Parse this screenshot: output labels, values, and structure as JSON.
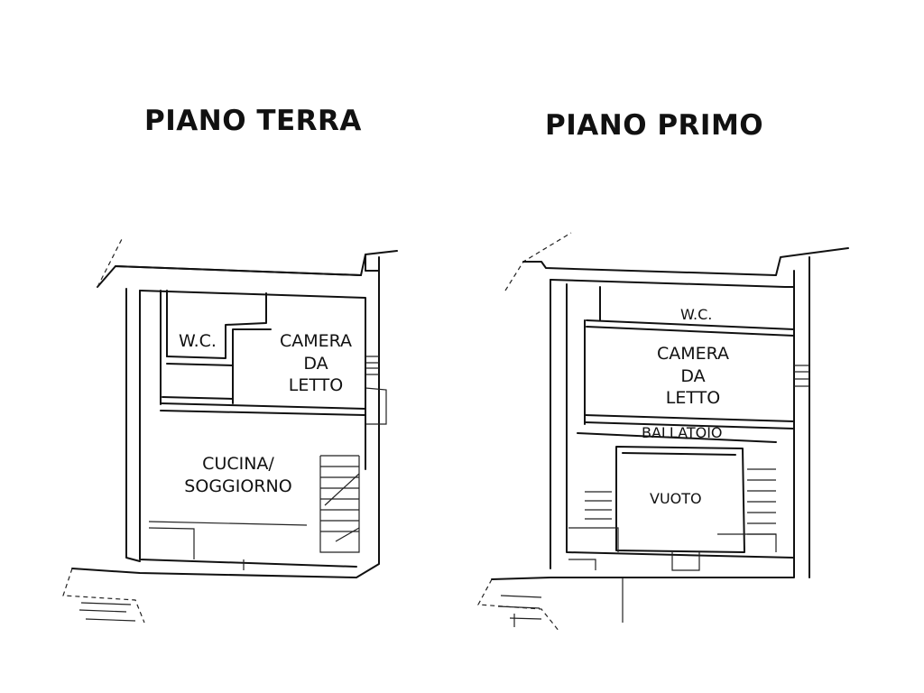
{
  "floors": {
    "ground": {
      "title": "PIANO TERRA",
      "rooms": {
        "wc": "W.C.",
        "bedroom": [
          "CAMERA",
          "DA",
          "LETTO"
        ],
        "kitchen": [
          "CUCINA/",
          "SOGGIORNO"
        ]
      }
    },
    "first": {
      "title": "PIANO PRIMO",
      "rooms": {
        "wc": "W.C.",
        "bedroom": [
          "CAMERA",
          "DA",
          "LETTO"
        ],
        "gallery": "BALLATOIO",
        "void": "VUOTO"
      }
    }
  }
}
